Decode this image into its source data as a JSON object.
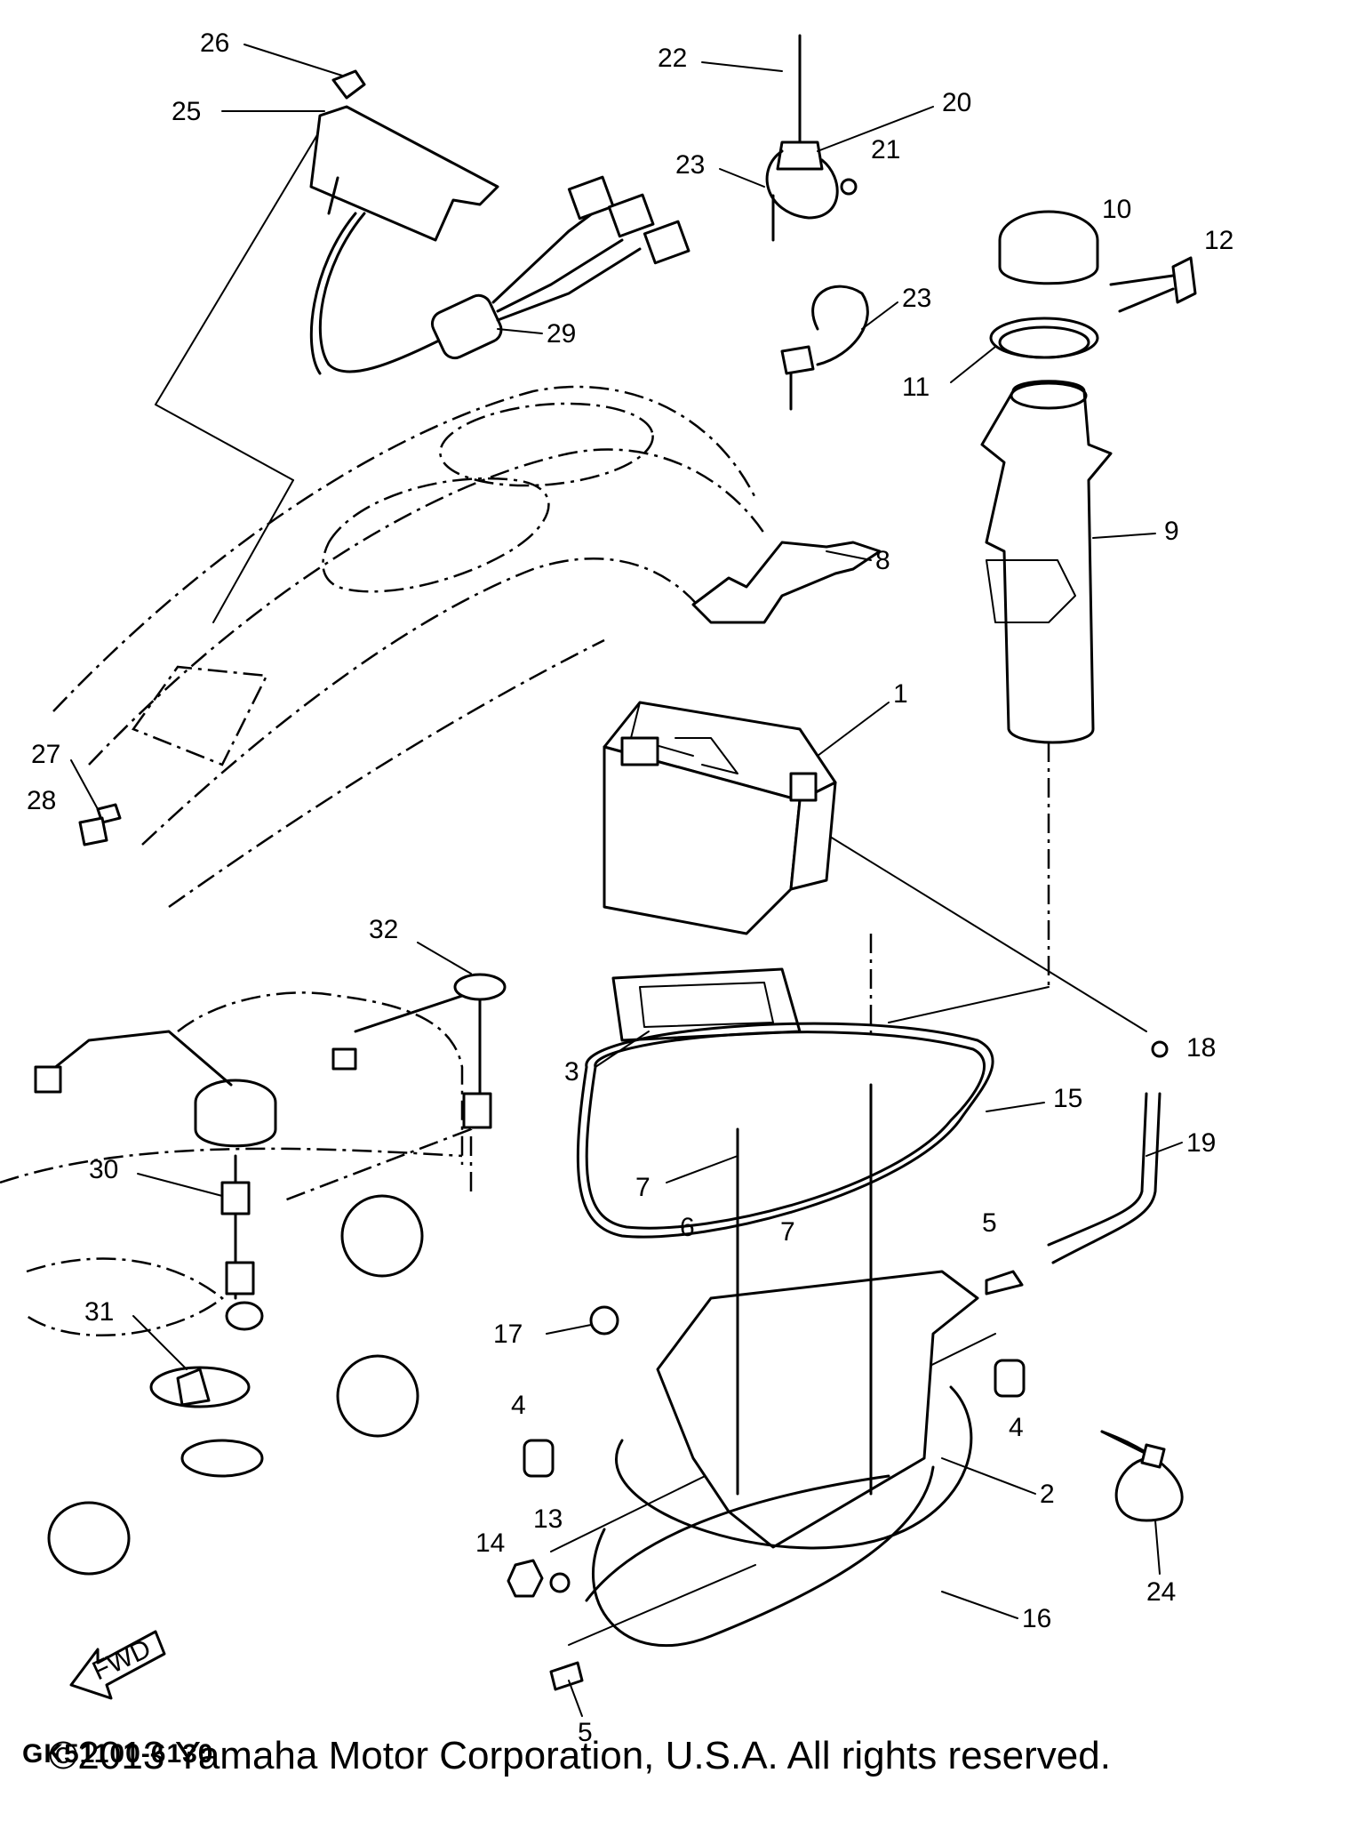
{
  "diagram": {
    "code": "GK51100-6130",
    "fwd_arrow_label": "FWD",
    "copyright": "©2013 Yamaha Motor Corporation, U.S.A. All rights reserved.",
    "callouts": [
      "1",
      "2",
      "3",
      "4",
      "4",
      "5",
      "5",
      "6",
      "7",
      "7",
      "8",
      "9",
      "10",
      "11",
      "12",
      "13",
      "14",
      "15",
      "16",
      "17",
      "18",
      "19",
      "20",
      "21",
      "22",
      "23",
      "23",
      "24",
      "25",
      "26",
      "27",
      "28",
      "29",
      "30",
      "31",
      "32"
    ],
    "icons": [
      "battery-icon",
      "battery-box-icon",
      "fuel-filler-neck-icon",
      "fwd-arrow-icon",
      "fuel-sender-icon",
      "wire-harness-icon",
      "deck-outline-icon"
    ]
  }
}
